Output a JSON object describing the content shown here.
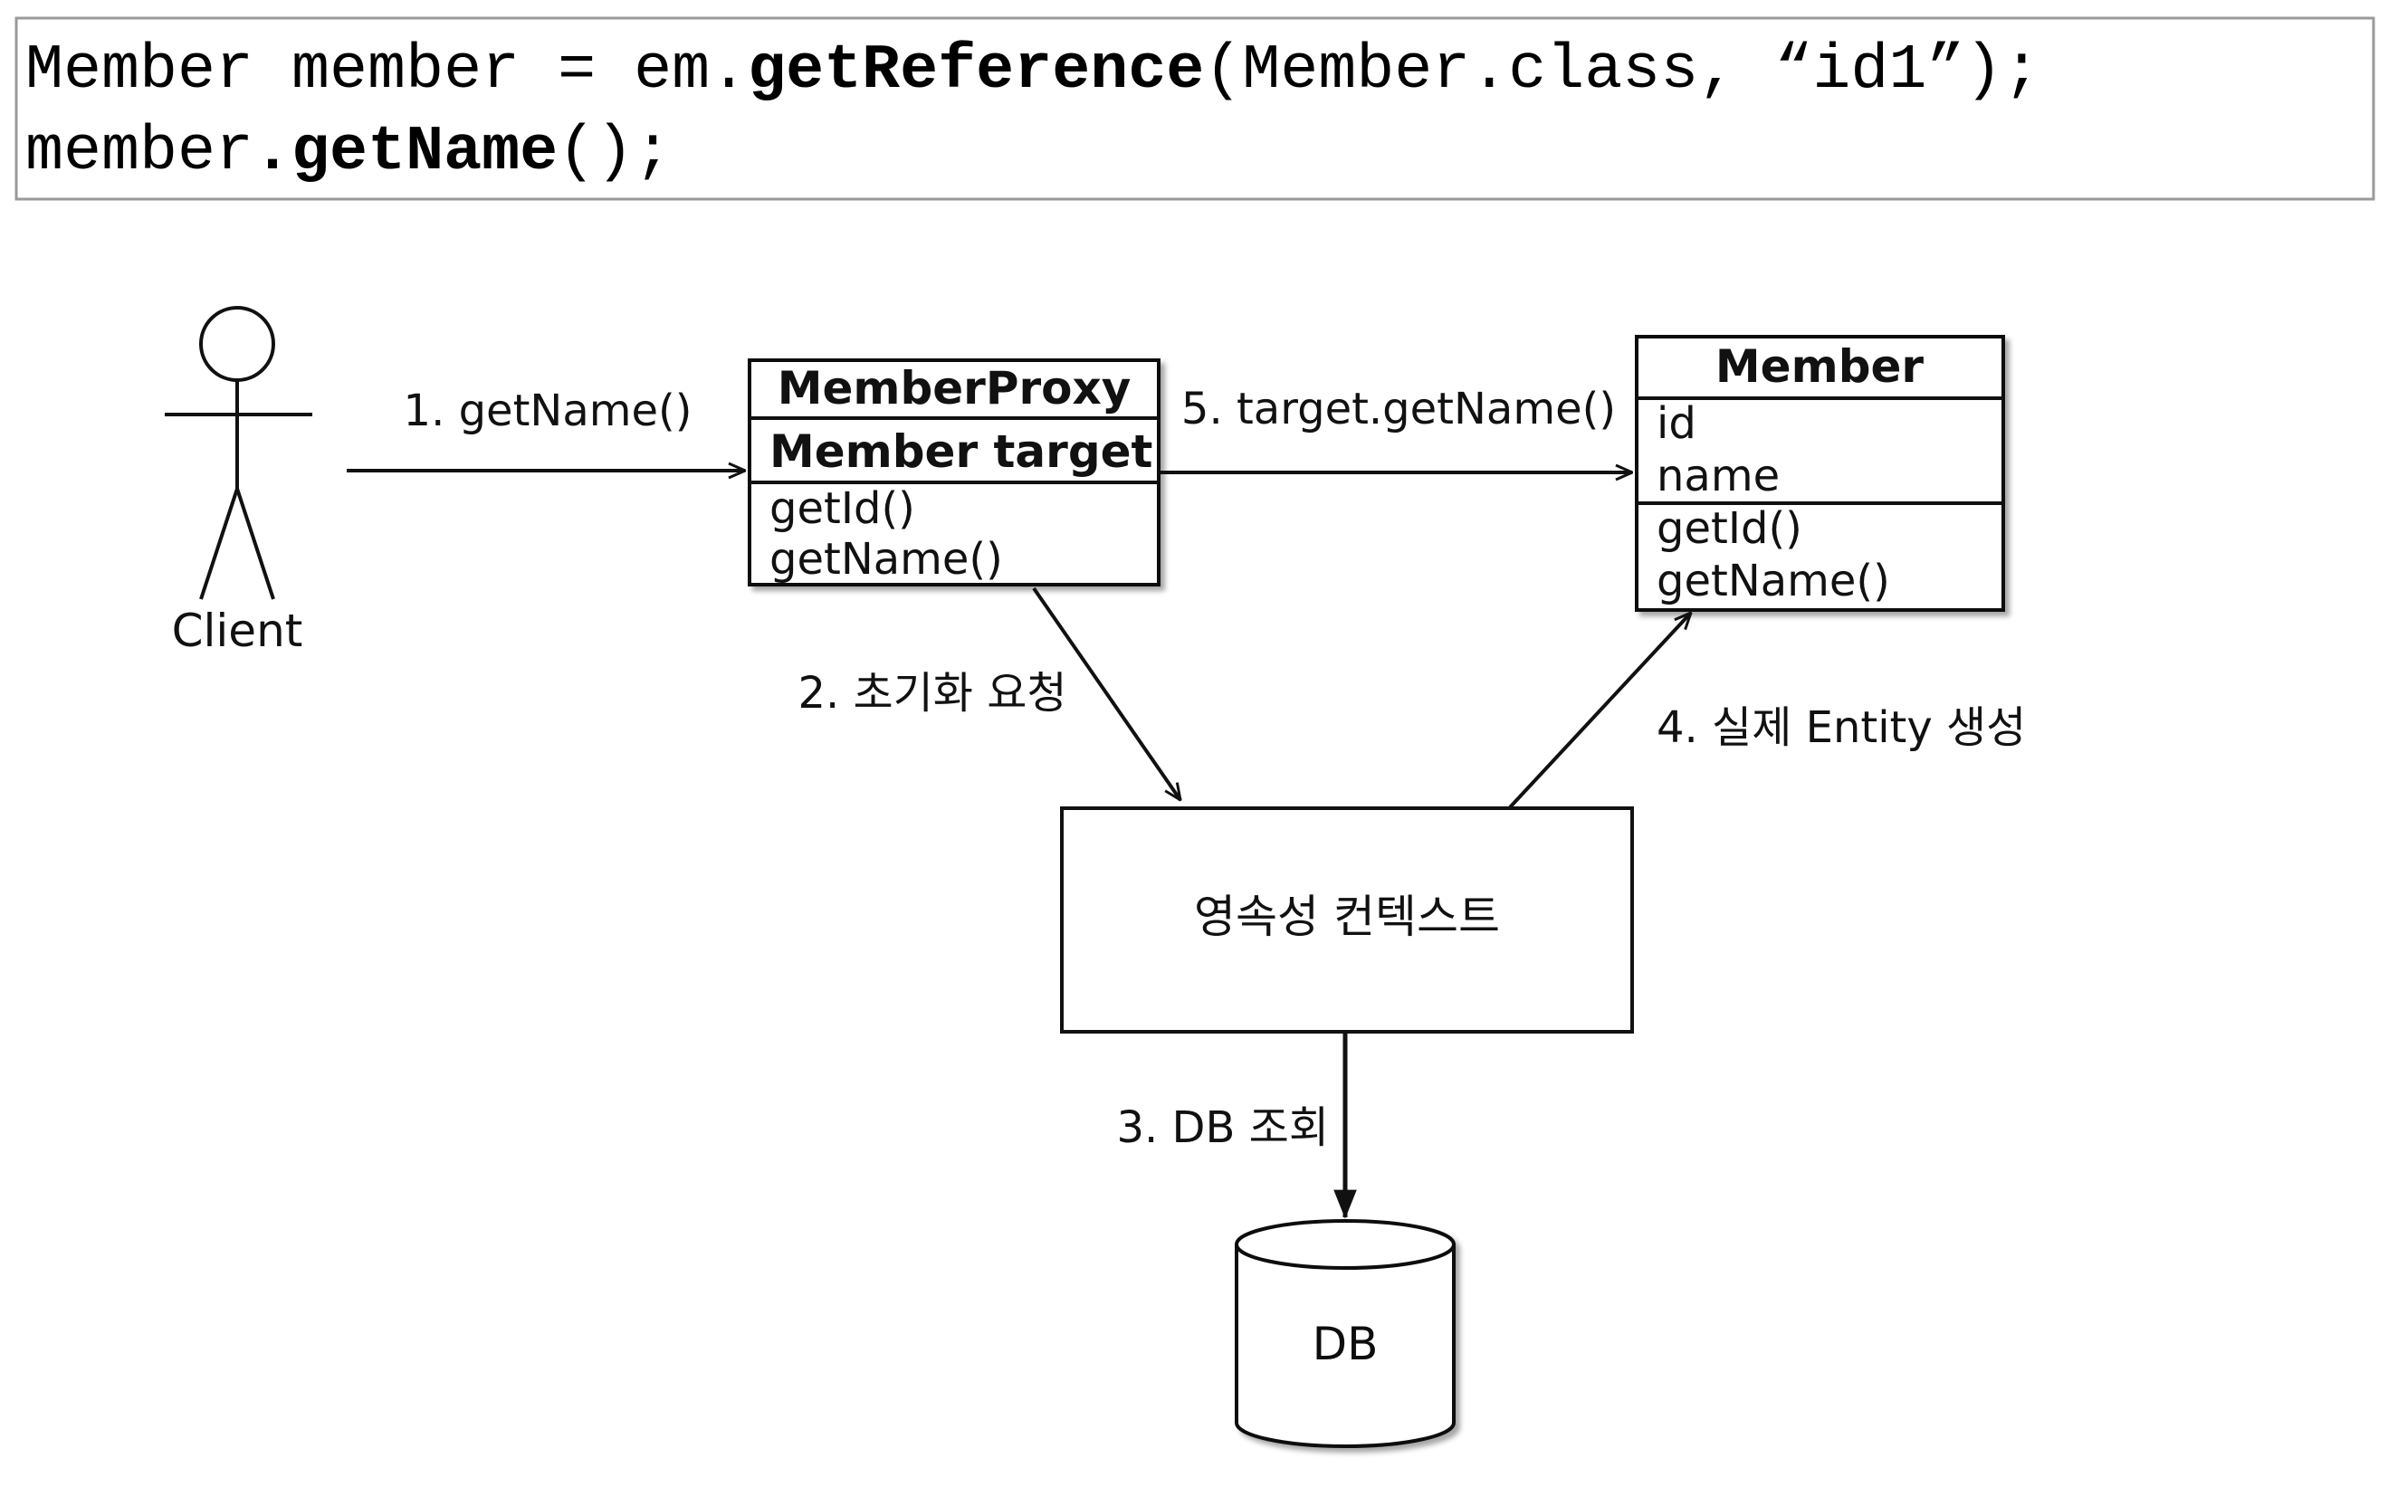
{
  "code": {
    "line1": [
      {
        "text": "Member member = em.",
        "bold": false
      },
      {
        "text": "getReference",
        "bold": true
      },
      {
        "text": "(Member.class, “id1”);",
        "bold": false
      }
    ],
    "line2": [
      {
        "text": "member",
        "bold": false
      },
      {
        "text": ".getName",
        "bold": true
      },
      {
        "text": "();",
        "bold": false
      }
    ]
  },
  "actor": {
    "label": "Client"
  },
  "proxy": {
    "title": "MemberProxy",
    "field": "Member target",
    "methods": [
      "getId()",
      "getName()"
    ]
  },
  "member": {
    "title": "Member",
    "fields": [
      "id",
      "name"
    ],
    "methods": [
      "getId()",
      "getName()"
    ]
  },
  "steps": {
    "s1": "1. getName()",
    "s2": "2. 초기화 요청",
    "s3": "3. DB 조회",
    "s4": "4. 실제 Entity 생성",
    "s5": "5. target.getName()"
  },
  "context": {
    "label": "영속성 컨텍스트"
  },
  "db": {
    "label": "DB"
  }
}
